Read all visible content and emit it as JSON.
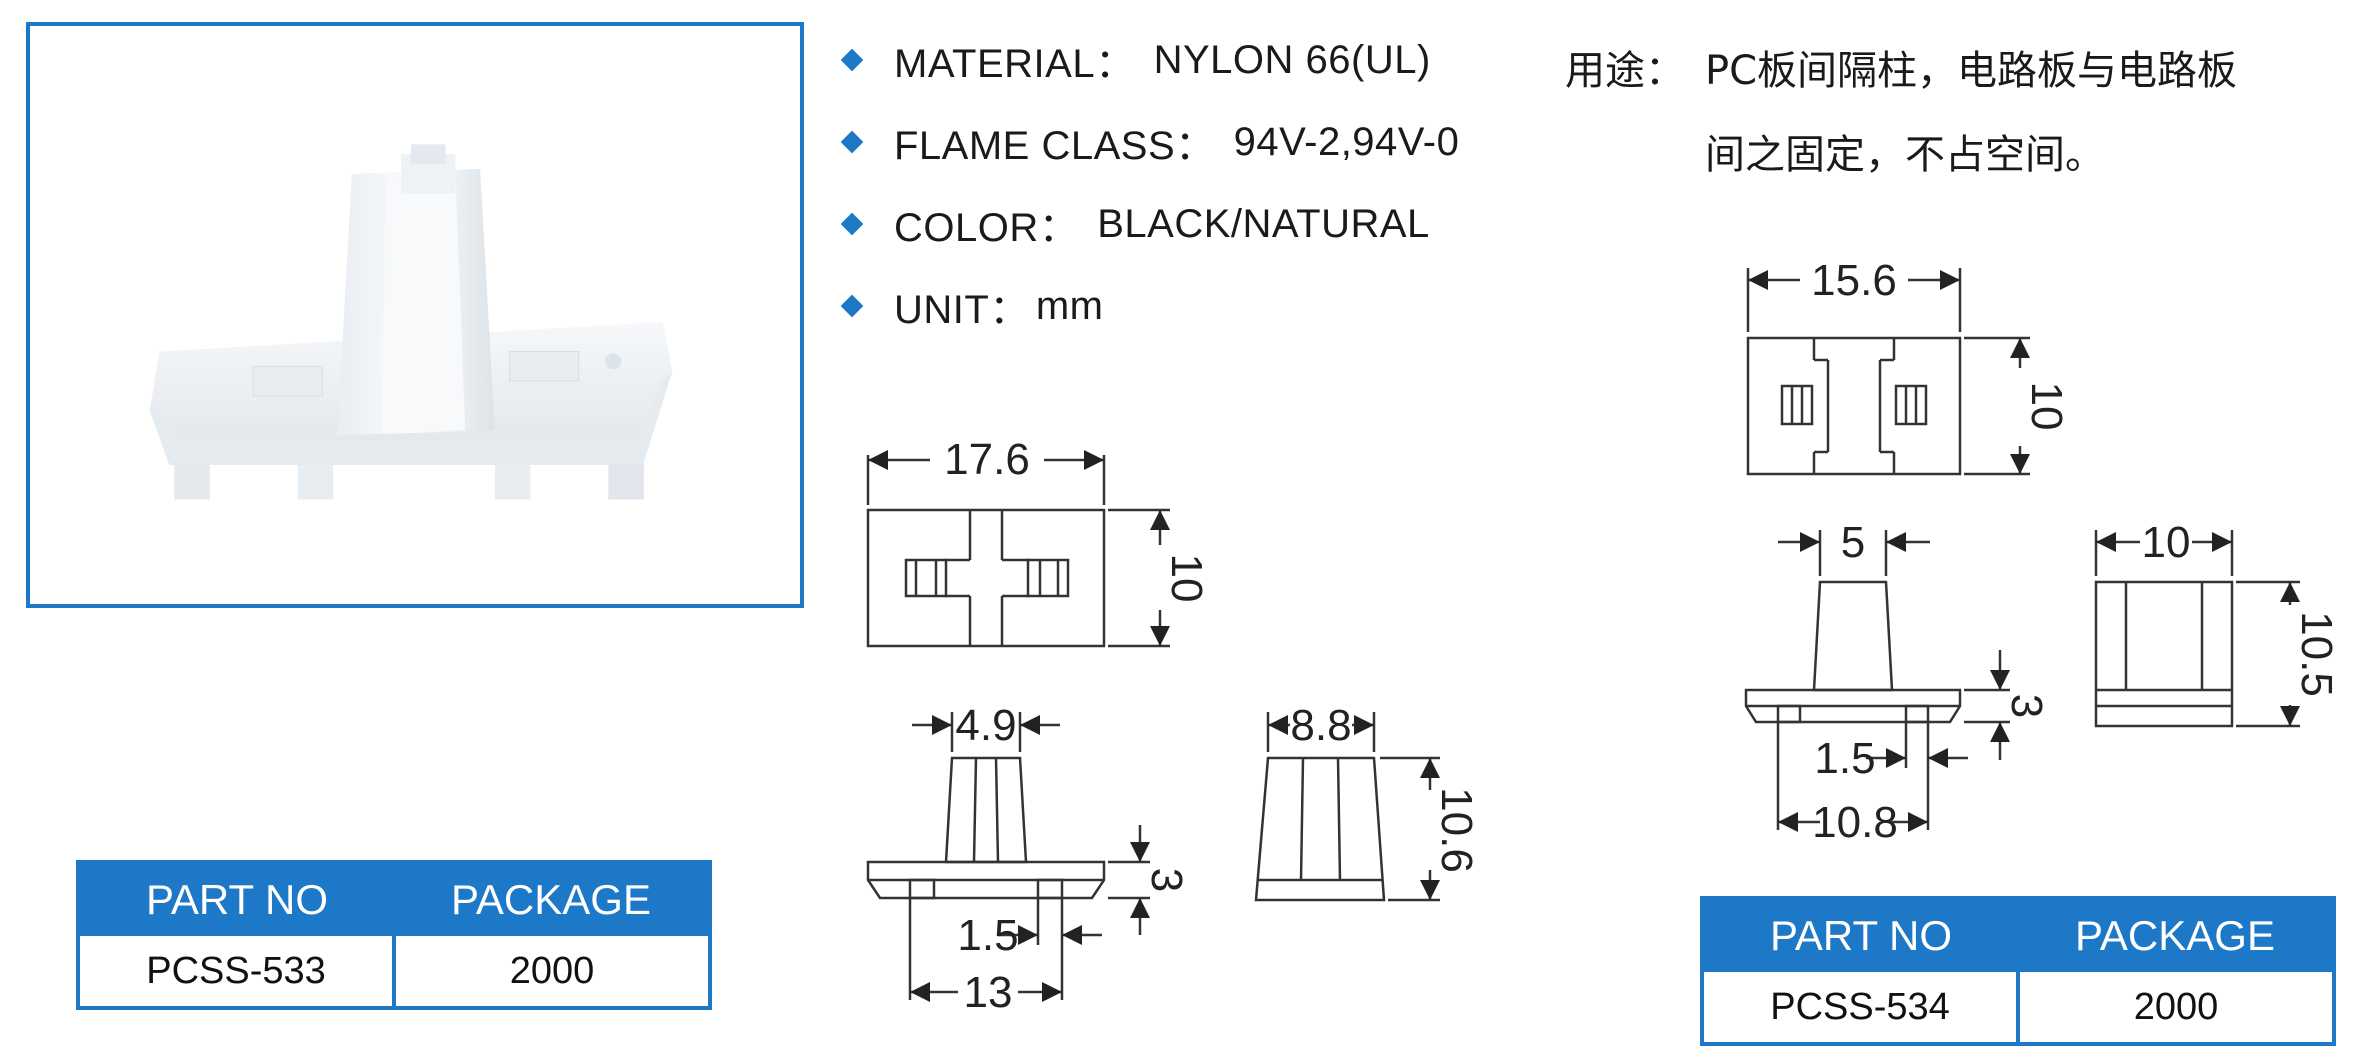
{
  "specs": [
    {
      "label": "MATERIAL：",
      "value": "NYLON 66(UL)"
    },
    {
      "label": "FLAME CLASS：",
      "value": "94V-2,94V-0"
    },
    {
      "label": "COLOR：",
      "value": "BLACK/NATURAL"
    },
    {
      "label": "UNIT：",
      "value": "mm"
    }
  ],
  "usage": {
    "label": "用途：",
    "line1": "PC板间隔柱，电路板与电路板",
    "line2": "间之固定，不占空间。"
  },
  "left_drawing": {
    "top_width": "17.6",
    "top_height": "10",
    "front_top_width": "4.9",
    "front_base_height": "3",
    "front_slot_width": "1.5",
    "front_total_width": "13",
    "side_width": "8.8",
    "side_height": "10.6"
  },
  "right_drawing": {
    "top_width": "15.6",
    "top_height": "10",
    "front_top_width": "5",
    "front_base_height": "3",
    "front_slot_width": "1.5",
    "front_total_width": "10.8",
    "side_width": "10",
    "side_height": "10.5"
  },
  "table_left": {
    "header_part": "PART NO",
    "header_package": "PACKAGE",
    "part_no": "PCSS-533",
    "package": "2000"
  },
  "table_right": {
    "header_part": "PART NO",
    "header_package": "PACKAGE",
    "part_no": "PCSS-534",
    "package": "2000"
  },
  "colors": {
    "accent": "#1e78c8",
    "line": "#333333"
  }
}
